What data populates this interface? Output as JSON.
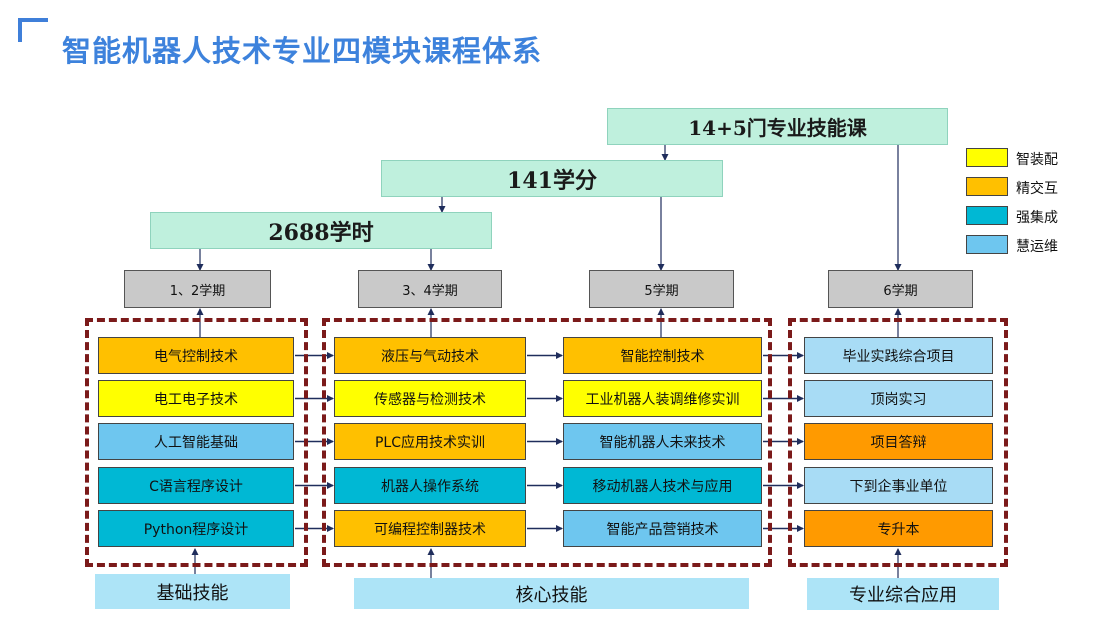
{
  "title": "智能机器人技术专业四模块课程体系",
  "colors": {
    "yellow": "#ffff00",
    "gold": "#ffc000",
    "teal": "#00b8d4",
    "lightblue": "#6ec6ef",
    "paleblue": "#a8dcf5",
    "orange": "#ff9a00"
  },
  "bands": {
    "courses": "14+5门专业技能课",
    "credits": "141学分",
    "hours": "2688学时"
  },
  "semesters": {
    "s12": "1、2学期",
    "s34": "3、4学期",
    "s5": "5学期",
    "s6": "6学期"
  },
  "legend": [
    {
      "label": "智装配",
      "color": "#ffff00"
    },
    {
      "label": "精交互",
      "color": "#ffc000"
    },
    {
      "label": "强集成",
      "color": "#00b8d4"
    },
    {
      "label": "慧运维",
      "color": "#6ec6ef"
    }
  ],
  "columns": {
    "col1": [
      {
        "label": "电气控制技术",
        "color": "#ffc000"
      },
      {
        "label": "电工电子技术",
        "color": "#ffff00"
      },
      {
        "label": "人工智能基础",
        "color": "#6ec6ef"
      },
      {
        "label": "C语言程序设计",
        "color": "#00b8d4"
      },
      {
        "label": "Python程序设计",
        "color": "#00b8d4"
      }
    ],
    "col2": [
      {
        "label": "液压与气动技术",
        "color": "#ffc000"
      },
      {
        "label": "传感器与检测技术",
        "color": "#ffff00"
      },
      {
        "label": "PLC应用技术实训",
        "color": "#ffc000"
      },
      {
        "label": "机器人操作系统",
        "color": "#00b8d4"
      },
      {
        "label": "可编程控制器技术",
        "color": "#ffc000"
      }
    ],
    "col3": [
      {
        "label": "智能控制技术",
        "color": "#ffc000"
      },
      {
        "label": "工业机器人装调维修实训",
        "color": "#ffff00"
      },
      {
        "label": "智能机器人未来技术",
        "color": "#6ec6ef"
      },
      {
        "label": "移动机器人技术与应用",
        "color": "#00b8d4"
      },
      {
        "label": "智能产品营销技术",
        "color": "#6ec6ef"
      }
    ],
    "col4": [
      {
        "label": "毕业实践综合项目",
        "color": "#a8dcf5"
      },
      {
        "label": "顶岗实习",
        "color": "#a8dcf5"
      },
      {
        "label": "项目答辩",
        "color": "#ff9a00"
      },
      {
        "label": "下到企事业单位",
        "color": "#a8dcf5"
      },
      {
        "label": "专升本",
        "color": "#ff9a00"
      }
    ]
  },
  "modules": {
    "basic": "基础技能",
    "core": "核心技能",
    "applied": "专业综合应用"
  }
}
